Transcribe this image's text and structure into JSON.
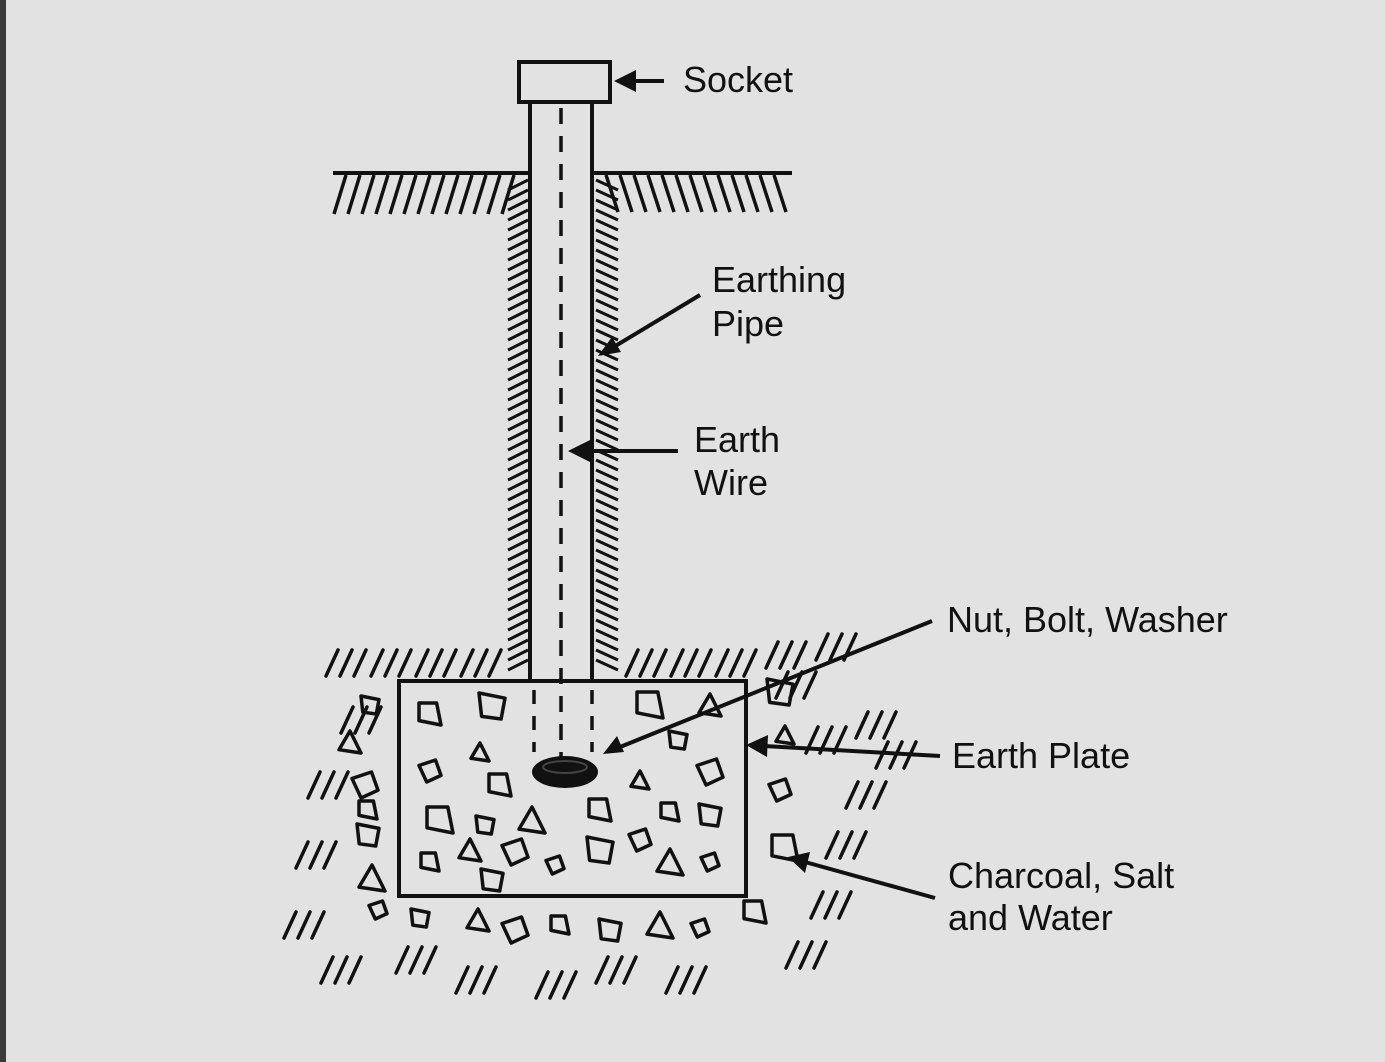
{
  "colors": {
    "background": "#e2e2e2",
    "ink": "#111111"
  },
  "labels": {
    "socket": "Socket",
    "earthing_pipe": [
      "Earthing",
      "Pipe"
    ],
    "earth_wire": [
      "Earth",
      "Wire"
    ],
    "nut_bolt_washer": "Nut, Bolt, Washer",
    "earth_plate": "Earth Plate",
    "charcoal_salt_water": [
      "Charcoal, Salt",
      "and Water"
    ]
  }
}
